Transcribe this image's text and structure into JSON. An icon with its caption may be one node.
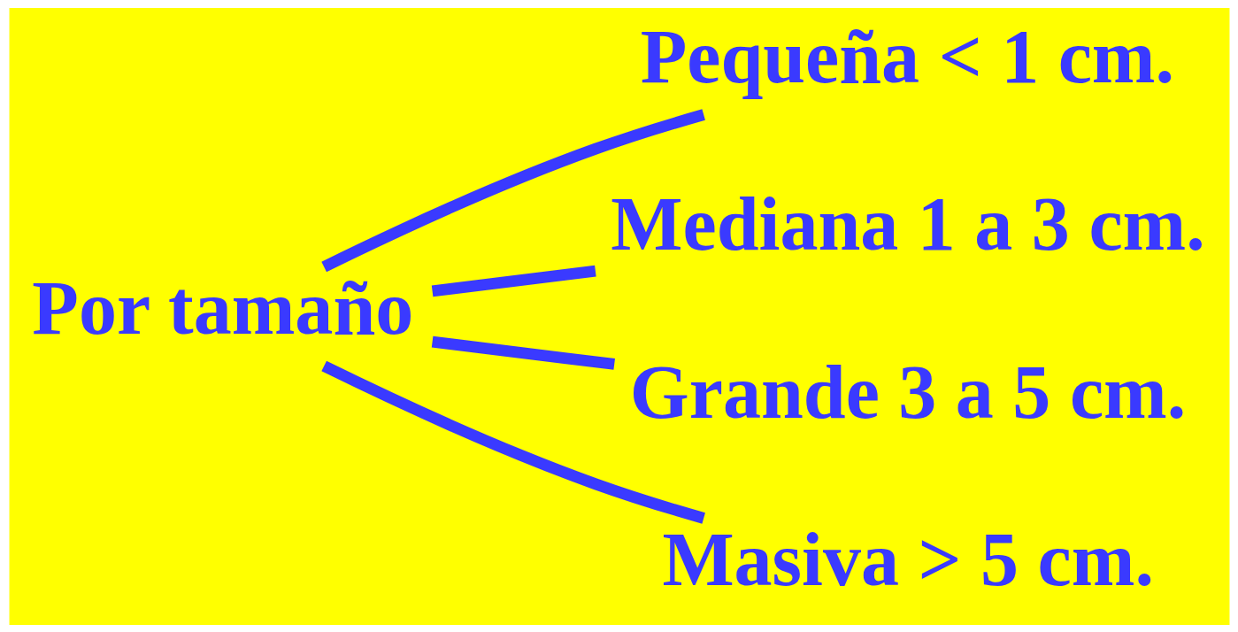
{
  "diagram": {
    "nodes": [
      {
        "text": [
          "Por tamaño"
        ]
      },
      {
        "text": [
          "Pequeña < 1 cm."
        ]
      },
      {
        "text": [
          "Mediana 1 a 3 cm."
        ]
      },
      {
        "text": [
          "Grande 3 a 5 cm."
        ]
      },
      {
        "text": [
          "Masiva > 5 cm."
        ]
      }
    ],
    "edges": [
      {
        "from": 0,
        "to": 1,
        "arrow": "none"
      },
      {
        "from": 0,
        "to": 2,
        "arrow": "none"
      },
      {
        "from": 0,
        "to": 3,
        "arrow": "none"
      },
      {
        "from": 0,
        "to": 4,
        "arrow": "none"
      }
    ]
  }
}
